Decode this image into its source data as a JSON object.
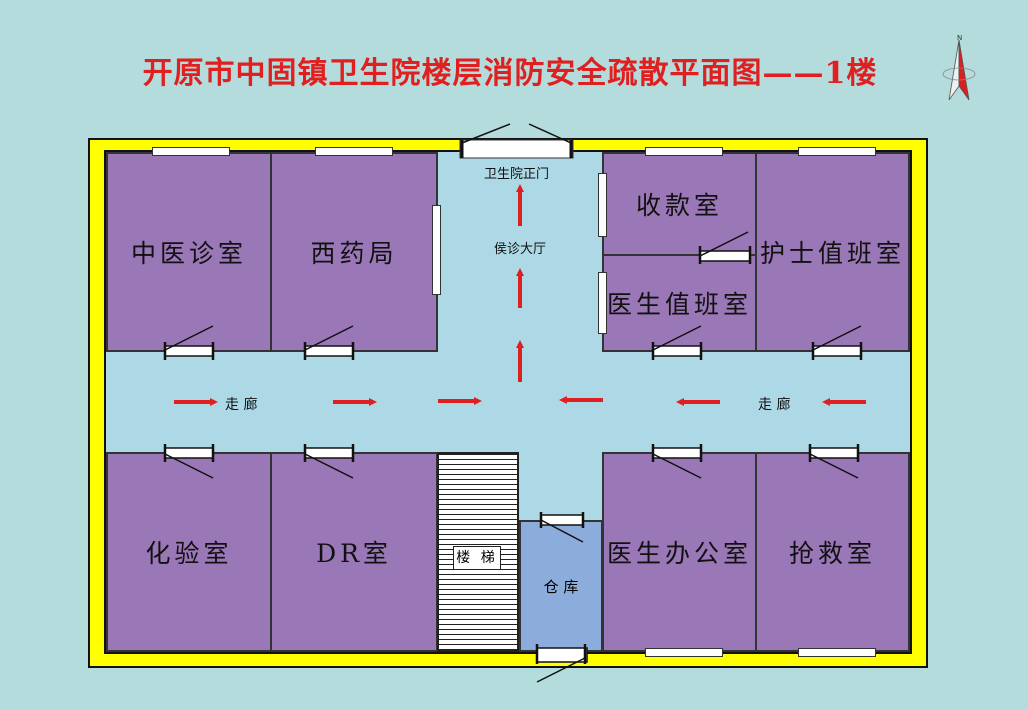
{
  "title": "开原市中固镇卫生院楼层消防安全疏散平面图——1楼",
  "compass": {
    "north_label": "N",
    "icon": "compass-north-icon"
  },
  "rooms": {
    "tcm": "中医诊室",
    "pharmacy": "西药局",
    "cashier": "收款室",
    "nurse": "护士值班室",
    "doctor_duty": "医生值班室",
    "lab": "化验室",
    "dr": "DR室",
    "doctor_office": "医生办公室",
    "emergency": "抢救室",
    "storage": "仓 库",
    "stairs": "楼 梯"
  },
  "labels": {
    "main_entrance": "卫生院正门",
    "waiting_hall": "侯诊大厅",
    "corridor_left": "走 廊",
    "corridor_right": "走 廊"
  },
  "colors": {
    "background": "#b4dcdc",
    "title": "#e02020",
    "wall": "#ffff00",
    "room": "#9a77b6",
    "corridor": "#add8e6",
    "storage": "#8cacdc",
    "arrow": "#e02020"
  }
}
